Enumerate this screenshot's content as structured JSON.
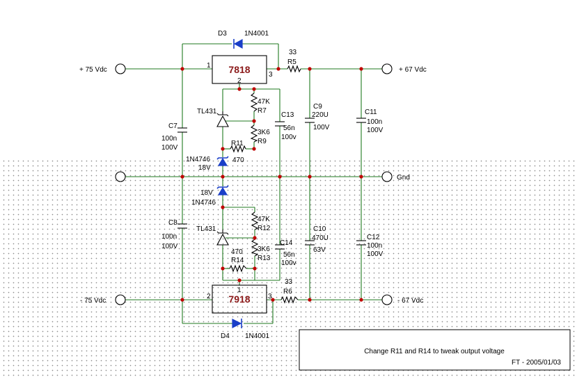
{
  "terminals": {
    "pos_in": "+ 75 Vdc",
    "pos_out": "+ 67 Vdc",
    "gnd": "Gnd",
    "neg_in": "- 75 Vdc",
    "neg_out": "- 67 Vdc"
  },
  "regulators": {
    "pos": {
      "name": "7818",
      "pin_in": "1",
      "pin_adj": "2",
      "pin_out": "3"
    },
    "neg": {
      "name": "7918",
      "pin_adj": "1",
      "pin_in": "2",
      "pin_out": "3"
    }
  },
  "components": {
    "d3": {
      "ref": "D3",
      "value": "1N4001"
    },
    "d4": {
      "ref": "D4",
      "value": "1N4001"
    },
    "r5": {
      "ref": "R5",
      "value": "33"
    },
    "r6": {
      "ref": "R6",
      "value": "33"
    },
    "r7": {
      "ref": "R7",
      "value": "47K"
    },
    "r9": {
      "ref": "R9",
      "value": "3K6"
    },
    "r11": {
      "ref": "R11",
      "value": "470"
    },
    "r12": {
      "ref": "R12",
      "value": "47K"
    },
    "r13": {
      "ref": "R13",
      "value": "3K6"
    },
    "r14": {
      "ref": "R14",
      "value": "470"
    },
    "c7": {
      "ref": "C7",
      "value": "100n",
      "voltage": "100V"
    },
    "c8": {
      "ref": "C8",
      "value": "100n",
      "voltage": "100V"
    },
    "c9": {
      "ref": "C9",
      "value": "220U",
      "voltage": "100V"
    },
    "c10": {
      "ref": "C10",
      "value": "470U",
      "voltage": "63V"
    },
    "c11": {
      "ref": "C11",
      "value": "100n",
      "voltage": "100V"
    },
    "c12": {
      "ref": "C12",
      "value": "100n",
      "voltage": "100V"
    },
    "c13": {
      "ref": "C13",
      "value": "56n",
      "voltage": "100v"
    },
    "c14": {
      "ref": "C14",
      "value": "56n",
      "voltage": "100v"
    },
    "z_top": {
      "value": "1N4746",
      "voltage": "18V"
    },
    "z_bot": {
      "value": "1N4746",
      "voltage": "18V"
    },
    "tl_top": {
      "ref": "TL431"
    },
    "tl_bot": {
      "ref": "TL431"
    }
  },
  "note": {
    "text": "Change R11 and R14 to tweak output voltage",
    "signature": "FT - 2005/01/03"
  },
  "colors": {
    "wire": "#1f7a1f",
    "node": "#c00000",
    "diode": "#1a3fc8",
    "regulator_text": "#8b1a1a",
    "grid_dots": "#8c8c8c"
  }
}
